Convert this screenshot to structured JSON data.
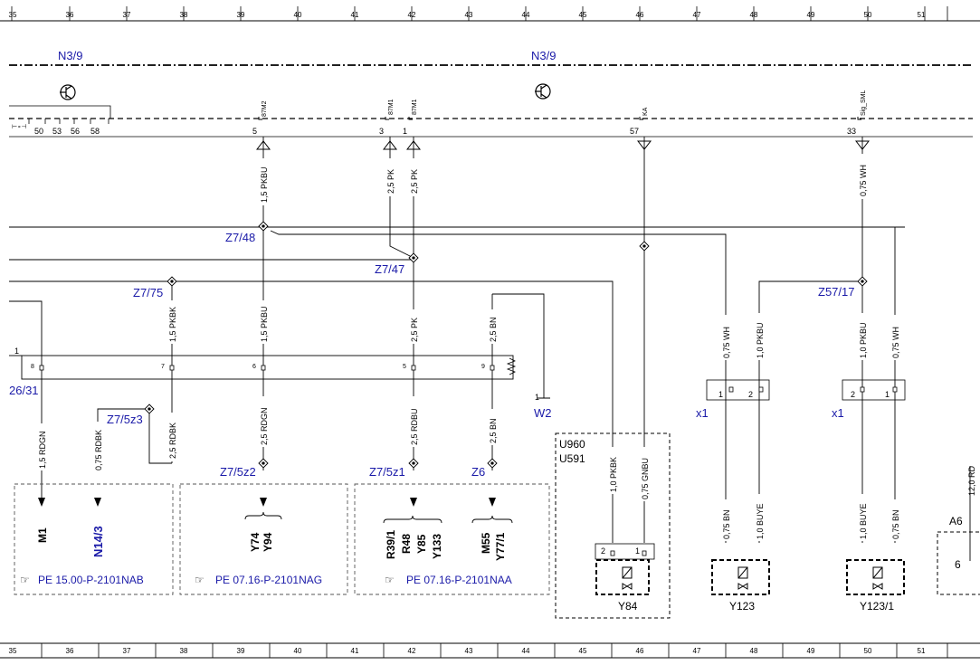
{
  "ruler": [
    "35",
    "36",
    "37",
    "38",
    "39",
    "40",
    "41",
    "42",
    "43",
    "44",
    "45",
    "46",
    "47",
    "48",
    "49",
    "50",
    "51"
  ],
  "modules": {
    "left": "N3/9",
    "right": "N3/9"
  },
  "terminals": {
    "t50": "50",
    "t53": "53",
    "t56": "56",
    "t58": "58"
  },
  "pins": {
    "p5": "5",
    "p3": "3",
    "p1": "1",
    "p57": "57",
    "p33": "33",
    "sig_87m2": "87M2",
    "sig_87m1a": "87M1",
    "sig_87m1b": "87M1",
    "sig_ka": "KA",
    "sig_sml": "Sig_SML"
  },
  "wires": {
    "w1": "1,5 PKBU",
    "w2": "2,5 PK",
    "w3": "2,5 PK",
    "w4": "0,75 WH",
    "w5": "1,5 PKBK",
    "w6": "1,5 PKBU",
    "w7": "2,5 PK",
    "w8": "2,5 BN",
    "w9": "0,75 WH",
    "w10": "1,0 PKBU",
    "w11": "1,0 PKBU",
    "w12": "0,75 WH",
    "w13": "1,5 RDGN",
    "w14": "0,75 RDBK",
    "w15": "2,5 RDBK",
    "w16": "2,5 RDGN",
    "w17": "2,5 RDBU",
    "w18": "2,5 BN",
    "w19": "1,0 PKBK",
    "w20": "0,75 GNBU",
    "w21": "0,75 BN",
    "w22": "1,0 BUYE",
    "w23": "1,0 BUYE",
    "w24": "0,75 BN",
    "w25": "12,0 RD"
  },
  "splices": {
    "z748": "Z7/48",
    "z747": "Z7/47",
    "z775": "Z7/75",
    "z5717": "Z57/17",
    "z75z3": "Z7/5z3",
    "z75z2": "Z7/5z2",
    "z75z1": "Z7/5z1",
    "z6": "Z6"
  },
  "connector": {
    "id": "26/31",
    "first": "1",
    "pins": {
      "c8": "8",
      "c7": "7",
      "c6": "6",
      "c5": "5",
      "c9": "9"
    }
  },
  "w2": {
    "label": "W2",
    "num": "1"
  },
  "x1": {
    "left": "x1",
    "right": "x1",
    "l1": "1",
    "l2": "2",
    "r2": "2",
    "r1": "1"
  },
  "components": {
    "m1": "M1",
    "n143": "N14/3",
    "y74": "Y74",
    "y94": "Y94",
    "r391": "R39/1",
    "r48": "R48",
    "y85": "Y85",
    "y133": "Y133",
    "m55": "M55",
    "y771": "Y77/1",
    "u960": "U960",
    "u591": "U591",
    "y84": "Y84",
    "y84_p2": "2",
    "y84_p1": "1",
    "y123": "Y123",
    "y1231": "Y123/1",
    "a6": "A6",
    "a6_pin": "6"
  },
  "pe_refs": {
    "pe1": "PE 15.00-P-2101NAB",
    "pe2": "PE 07.16-P-2101NAG",
    "pe3": "PE 07.16-P-2101NAA"
  },
  "icons": [
    "transistor-icon",
    "pointing-hand-icon",
    "solenoid-valve-icon"
  ]
}
